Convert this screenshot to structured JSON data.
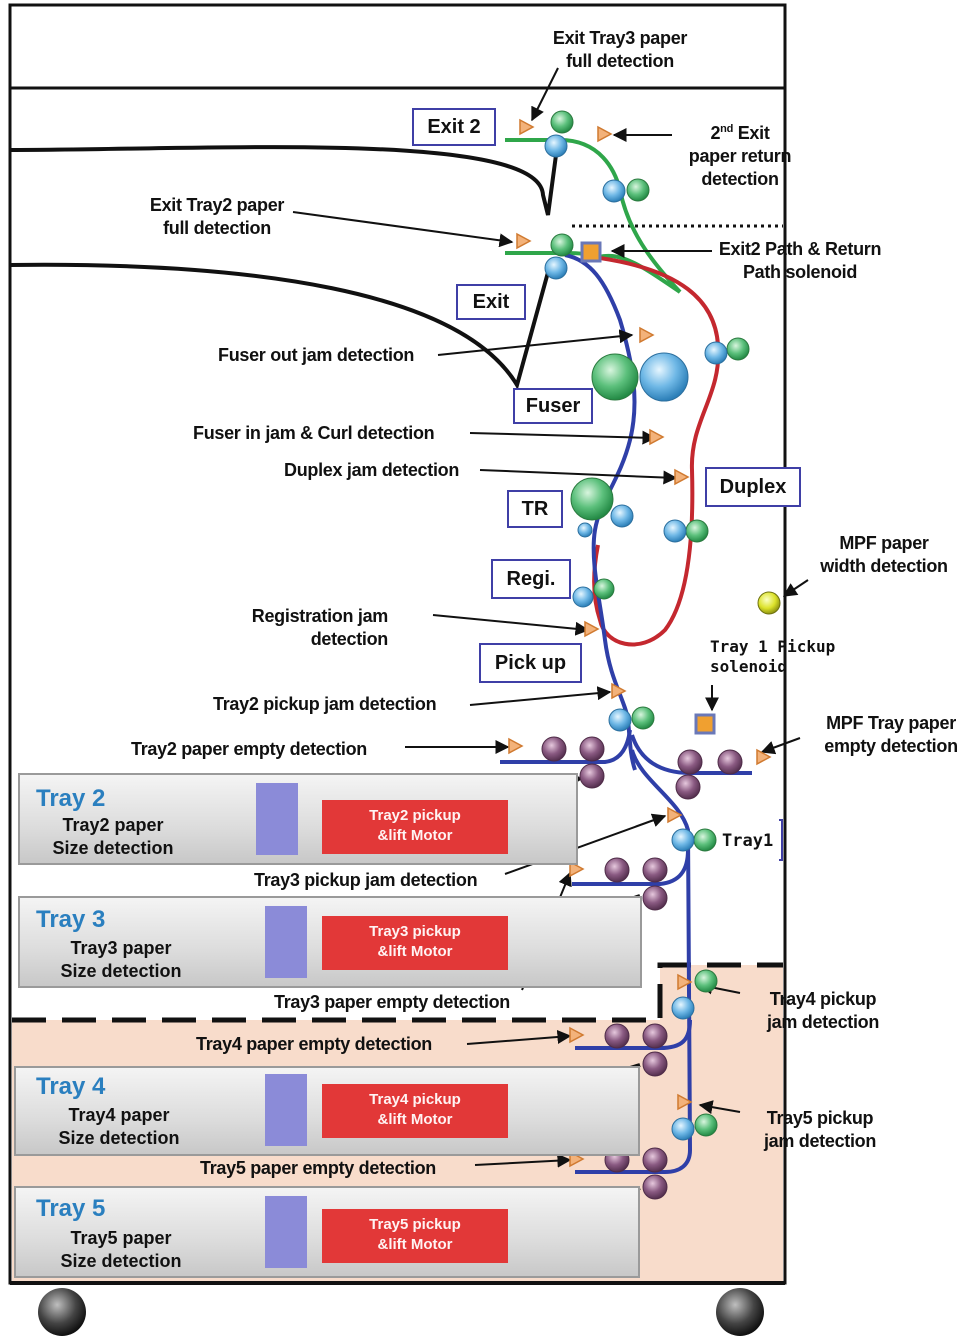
{
  "labels": {
    "exit_tray3_full": [
      "Exit Tray3 paper",
      "full detection"
    ],
    "exit2_box": "Exit 2",
    "second_exit_return": [
      "2nd Exit",
      "paper return",
      "detection"
    ],
    "exit_tray2_full": [
      "Exit Tray2 paper",
      "full detection"
    ],
    "exit2_solenoid": [
      "Exit2 Path & Return",
      "Path solenoid"
    ],
    "exit_box": "Exit",
    "fuser_out_jam": "Fuser out jam detection",
    "fuser_box": "Fuser",
    "fuser_in_jam": "Fuser in  jam & Curl detection",
    "duplex_jam": "Duplex jam detection",
    "duplex_box": "Duplex",
    "tr_box": "TR",
    "mpf_width": [
      "MPF paper",
      "width detection"
    ],
    "regi_box": "Regi.",
    "registration_jam": [
      "Registration jam",
      "detection"
    ],
    "tray1_pickup_solenoid": [
      "Tray 1 Pickup",
      "solenoid"
    ],
    "pickup_box": "Pick up",
    "tray2_pickup_jam": "Tray2 pickup jam detection",
    "mpf_tray_empty": [
      "MPF Tray paper",
      "empty detection"
    ],
    "tray2_empty": "Tray2 paper empty detection",
    "tray1_label": "Tray1",
    "tray3_pickup_jam": "Tray3 pickup jam detection",
    "tray3_empty": "Tray3 paper empty detection",
    "tray4_pickup_jam": [
      "Tray4 pickup",
      "jam detection"
    ],
    "tray4_empty": "Tray4 paper empty detection",
    "tray5_pickup_jam": [
      "Tray5 pickup",
      "jam detection"
    ],
    "tray5_empty": "Tray5 paper empty detection"
  },
  "trays": [
    {
      "title": "Tray 2",
      "desc": [
        "Tray2 paper",
        "Size detection"
      ],
      "motor": [
        "Tray2 pickup",
        "&lift  Motor"
      ]
    },
    {
      "title": "Tray 3",
      "desc": [
        "Tray3 paper",
        "Size detection"
      ],
      "motor": [
        "Tray3 pickup",
        "&lift  Motor"
      ]
    },
    {
      "title": "Tray 4",
      "desc": [
        "Tray4 paper",
        "Size detection"
      ],
      "motor": [
        "Tray4 pickup",
        "&lift  Motor"
      ]
    },
    {
      "title": "Tray 5",
      "desc": [
        "Tray5 paper",
        "Size detection"
      ],
      "motor": [
        "Tray5 pickup",
        "&lift  Motor"
      ]
    }
  ],
  "colors": {
    "main_path": "#2f3fa8",
    "duplex_path": "#c4282f",
    "exit_path": "#2fa64a",
    "sensor_flag": "#f0a060",
    "roller_green": "#5cc07c",
    "roller_blue": "#6fb8e6",
    "roller_purple": "#8a5a82",
    "option_bg": "#f8dccb",
    "tray_title": "#2a7fbf",
    "motor": "#e23838",
    "size_sensor": "#8b8bd8"
  }
}
